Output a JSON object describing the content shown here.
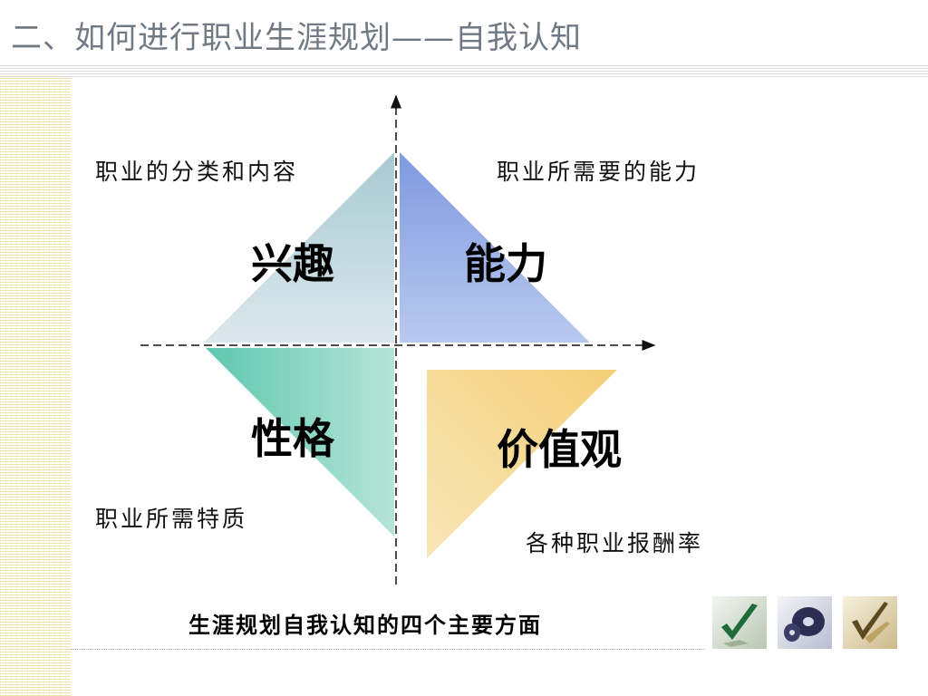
{
  "slide": {
    "title": "二、如何进行职业生涯规划——自我认知",
    "caption": "生涯规划自我认知的四个主要方面"
  },
  "quadrants": [
    {
      "id": "interest",
      "title": "兴趣",
      "label": "职业的分类和内容",
      "color_top": "#a9c9d2",
      "color_bottom": "#dbe8ec"
    },
    {
      "id": "ability",
      "title": "能力",
      "label": "职业所需要的能力",
      "color_top": "#7f99df",
      "color_bottom": "#b9c9ef"
    },
    {
      "id": "personality",
      "title": "性格",
      "label": "职业所需特质",
      "color_top": "#5ec7ae",
      "color_bottom": "#b6e4d8"
    },
    {
      "id": "values",
      "title": "价值观",
      "label": "各种职业报酬率",
      "color_top": "#f4cf78",
      "color_bottom": "#f8e6b8"
    }
  ],
  "icons": [
    "checkmark-icon",
    "disc-icon",
    "checkmark-gold-icon"
  ],
  "colors": {
    "title": "#707a84",
    "stripe": "#f1e4a8",
    "axis": "#111111"
  }
}
